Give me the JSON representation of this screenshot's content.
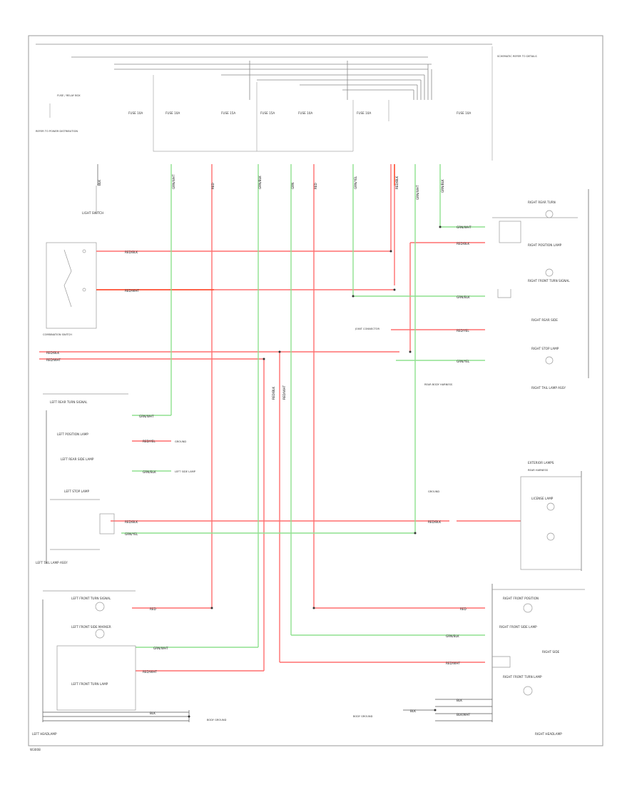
{
  "labels": {
    "tl_relay": "FUSE / RELAY BOX",
    "tl_note": "REFER TO POWER DISTRIBUTION",
    "tr_note": "SCHEMATIC REFER TO DETAILS",
    "fuse1": "FUSE 10A",
    "fuse2": "FUSE 10A",
    "fuse3": "FUSE 15A",
    "fuse4": "FUSE 15A",
    "fuse5": "FUSE 10A",
    "fuse6": "FUSE 10A",
    "fuse7": "FUSE 10A",
    "headlamp_sw": "LIGHT SWITCH",
    "combo_sw": "COMBINATION SWITCH",
    "left_tail_lamp_assy": "LEFT TAIL LAMP ASSY",
    "right_tail_lamp_assy": "RIGHT TAIL LAMP ASSY",
    "left_headlamp": "LEFT HEADLAMP",
    "right_headlamp": "RIGHT HEADLAMP",
    "left_rear_turn": "LEFT REAR TURN SIGNAL",
    "left_position": "LEFT POSITION LAMP",
    "left_rear_side": "LEFT REAR SIDE LAMP",
    "left_stop": "LEFT STOP LAMP",
    "left_turn_front": "LEFT FRONT TURN SIGNAL",
    "left_side": "LEFT SIDE LAMP",
    "left_front_side_marker": "LEFT FRONT SIDE MARKER",
    "left_front_turn_lamp": "LEFT FRONT TURN LAMP",
    "right_rear_turn": "RIGHT REAR TURN",
    "right_position": "RIGHT POSITION LAMP",
    "right_front_turn": "RIGHT FRONT TURN SIGNAL",
    "right_rear_side": "RIGHT REAR SIDE",
    "right_stop": "RIGHT STOP LAMP",
    "license_lamp": "LICENSE LAMP",
    "license_note": "REAR BODY HARNESS",
    "right_front_position": "RIGHT FRONT POSITION",
    "right_front_side": "RIGHT FRONT SIDE LAMP",
    "right_side": "RIGHT SIDE",
    "right_front_turn_lamp": "RIGHT FRONT TURN LAMP",
    "ground_left": "GROUND",
    "ground_right": "GROUND",
    "splice_note": "JOINT CONNECTOR",
    "ground_point_l": "BODY GROUND",
    "ground_point_r": "BODY GROUND",
    "ext_lamp": "EXTERIOR LAMPS",
    "ext_lamp_sub": "REAR HARNESS",
    "bottom_left_code": "W3008"
  },
  "wires": {
    "red_blk": "RED/BLK",
    "red_wht": "RED/WHT",
    "grn_wht": "GRN/WHT",
    "grn_blk": "GRN/BLK",
    "grn_yel": "GRN/YEL",
    "red": "RED",
    "grn": "GRN",
    "blk": "BLK",
    "red_yel": "RED/YEL",
    "blk_wht": "BLK/WHT"
  },
  "colors": {
    "wire_red": "#ff6e6e",
    "wire_red_dark": "#ff3b2a",
    "wire_green": "#8fe08f",
    "wire_black": "#333333",
    "frame": "#9a9a9a"
  }
}
